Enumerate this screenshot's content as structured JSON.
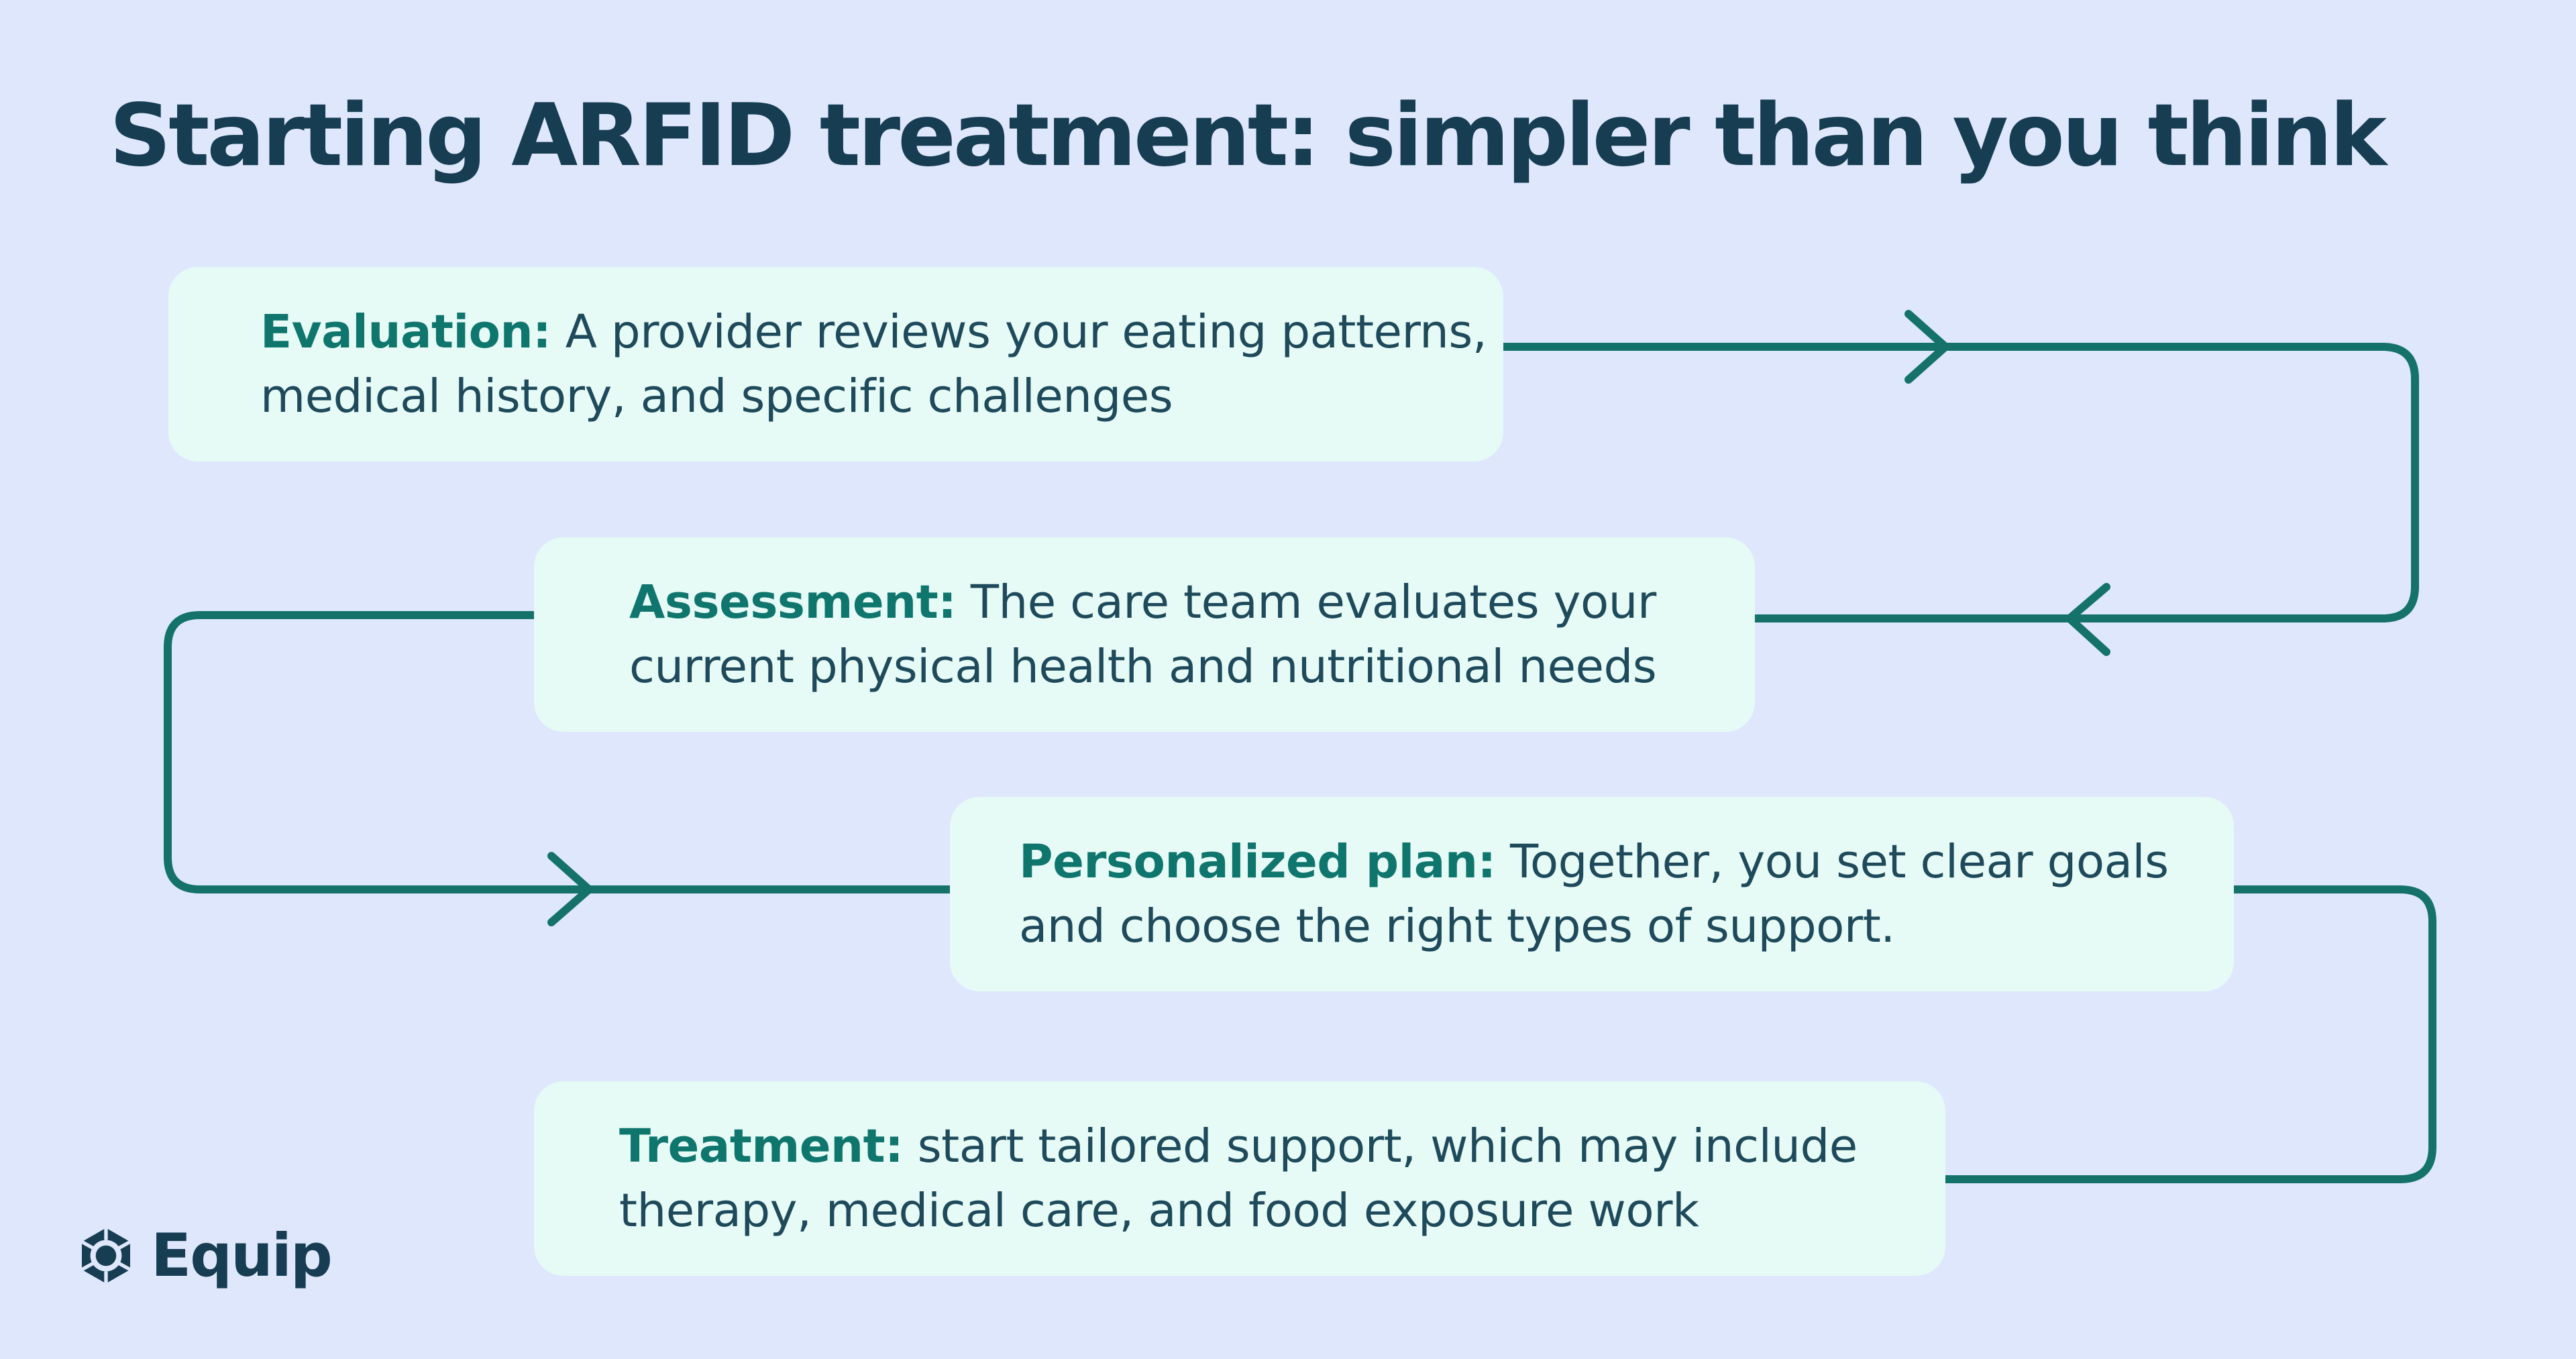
{
  "title": "Starting ARFID treatment: simpler than you think",
  "steps": [
    {
      "label": "Evaluation:",
      "text": "A provider reviews your eating patterns, medical history, and specific challenges"
    },
    {
      "label": "Assessment:",
      "text": "The care team evaluates your current physical health and nutritional needs"
    },
    {
      "label": "Personalized plan:",
      "text": "Together, you set clear goals and choose the right types of support."
    },
    {
      "label": "Treatment:",
      "text": "start tailored support, which may include therapy, medical care, and food exposure work"
    }
  ],
  "logo": {
    "name": "Equip",
    "icon": "equip-logo-icon"
  },
  "colors": {
    "background": "#dfe7fc",
    "card": "#e6faf6",
    "connector": "#14726b",
    "title": "#173d53",
    "label": "#0f766e"
  }
}
